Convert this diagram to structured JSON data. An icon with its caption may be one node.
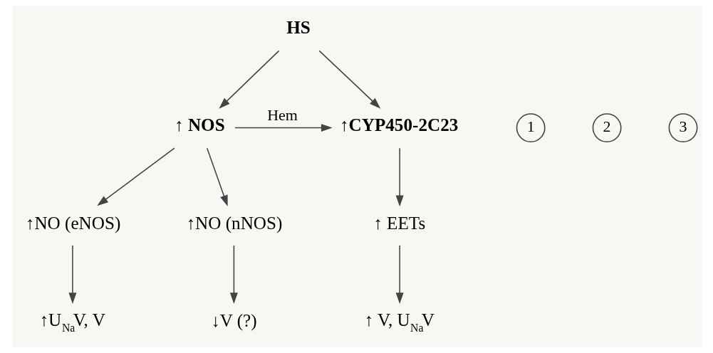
{
  "diagram": {
    "nodes": [
      {
        "text": [
          "HS"
        ]
      },
      {
        "text": [
          "1"
        ]
      },
      {
        "text": [
          "2"
        ]
      },
      {
        "text": [
          "↑ NOS"
        ]
      },
      {
        "text": [
          "↑CYP450-2C23"
        ]
      },
      {
        "text": [
          "3"
        ]
      },
      {
        "text": [
          "↑NO (eNOS)"
        ]
      },
      {
        "text": [
          "↑NO (nNOS)"
        ]
      },
      {
        "text": [
          "↑ EETs"
        ]
      },
      {
        "text": [
          "↑U$_{Na}$V, V"
        ]
      },
      {
        "text": [
          "↓V (?)"
        ]
      },
      {
        "text": [
          "↑ V, U$_{Na}$V"
        ]
      }
    ],
    "edges": [
      {
        "from": 0,
        "to": 3,
        "arrow": "to"
      },
      {
        "from": 0,
        "to": 4,
        "arrow": "to"
      },
      {
        "from": 3,
        "to": 4,
        "arrow": "to",
        "label": "Hem"
      },
      {
        "from": 3,
        "to": 6,
        "arrow": "to"
      },
      {
        "from": 3,
        "to": 7,
        "arrow": "to"
      },
      {
        "from": 4,
        "to": 8,
        "arrow": "to"
      },
      {
        "from": 6,
        "to": 9,
        "arrow": "to"
      },
      {
        "from": 7,
        "to": 10,
        "arrow": "to"
      },
      {
        "from": 8,
        "to": 11,
        "arrow": "to"
      }
    ]
  }
}
